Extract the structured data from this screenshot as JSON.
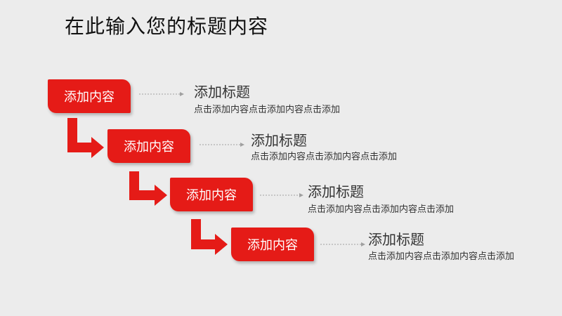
{
  "title": "在此输入您的标题内容",
  "colors": {
    "accent": "#e51b17",
    "background": "#ececec",
    "text": "#333333",
    "dotted_line": "#a0a0a0"
  },
  "steps": [
    {
      "box_label": "添加内容",
      "heading": "添加标题",
      "description": "点击添加内容点击添加内容点击添加"
    },
    {
      "box_label": "添加内容",
      "heading": "添加标题",
      "description": "点击添加内容点击添加内容点击添加"
    },
    {
      "box_label": "添加内容",
      "heading": "添加标题",
      "description": "点击添加内容点击添加内容点击添加"
    },
    {
      "box_label": "添加内容",
      "heading": "添加标题",
      "description": "点击添加内容点击添加内容点击添加"
    }
  ]
}
